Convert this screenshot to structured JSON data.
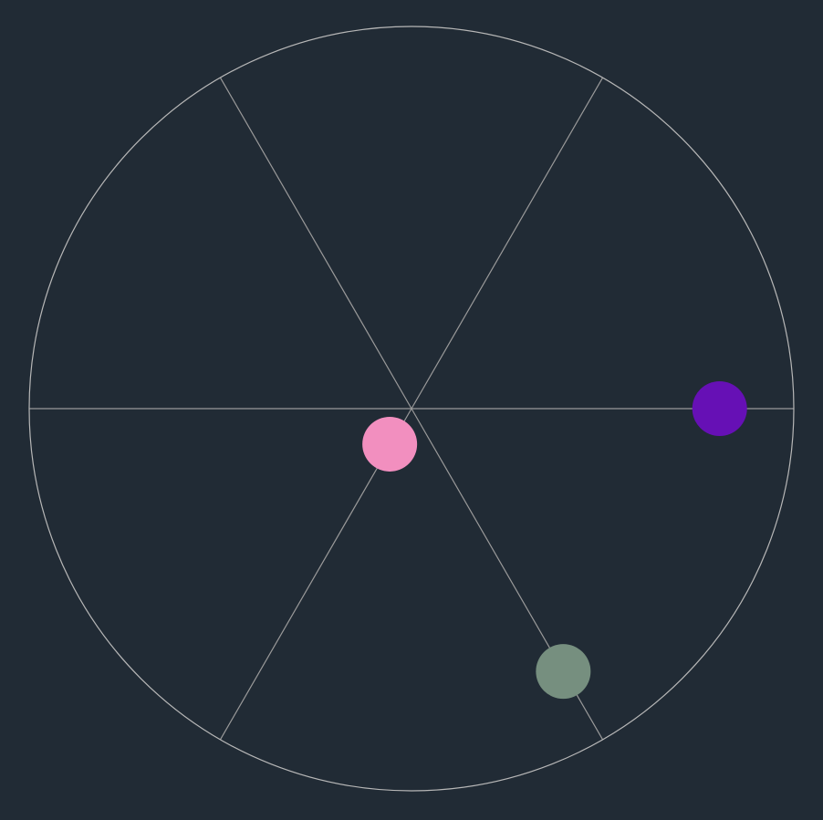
{
  "board": {
    "background": "#212b35",
    "ring_color": "#b7b7b7",
    "spoke_color": "#9a9a9a",
    "spoke_count": 6
  },
  "balls": [
    {
      "id": "pink",
      "color": "#f28fbf",
      "angle_deg": 121.5,
      "radius_fraction": 0.109
    },
    {
      "id": "purple",
      "color": "#6610b5",
      "angle_deg": 0.0,
      "radius_fraction": 0.806
    },
    {
      "id": "sage",
      "color": "#768f7f",
      "angle_deg": 60.0,
      "radius_fraction": 0.794
    }
  ]
}
